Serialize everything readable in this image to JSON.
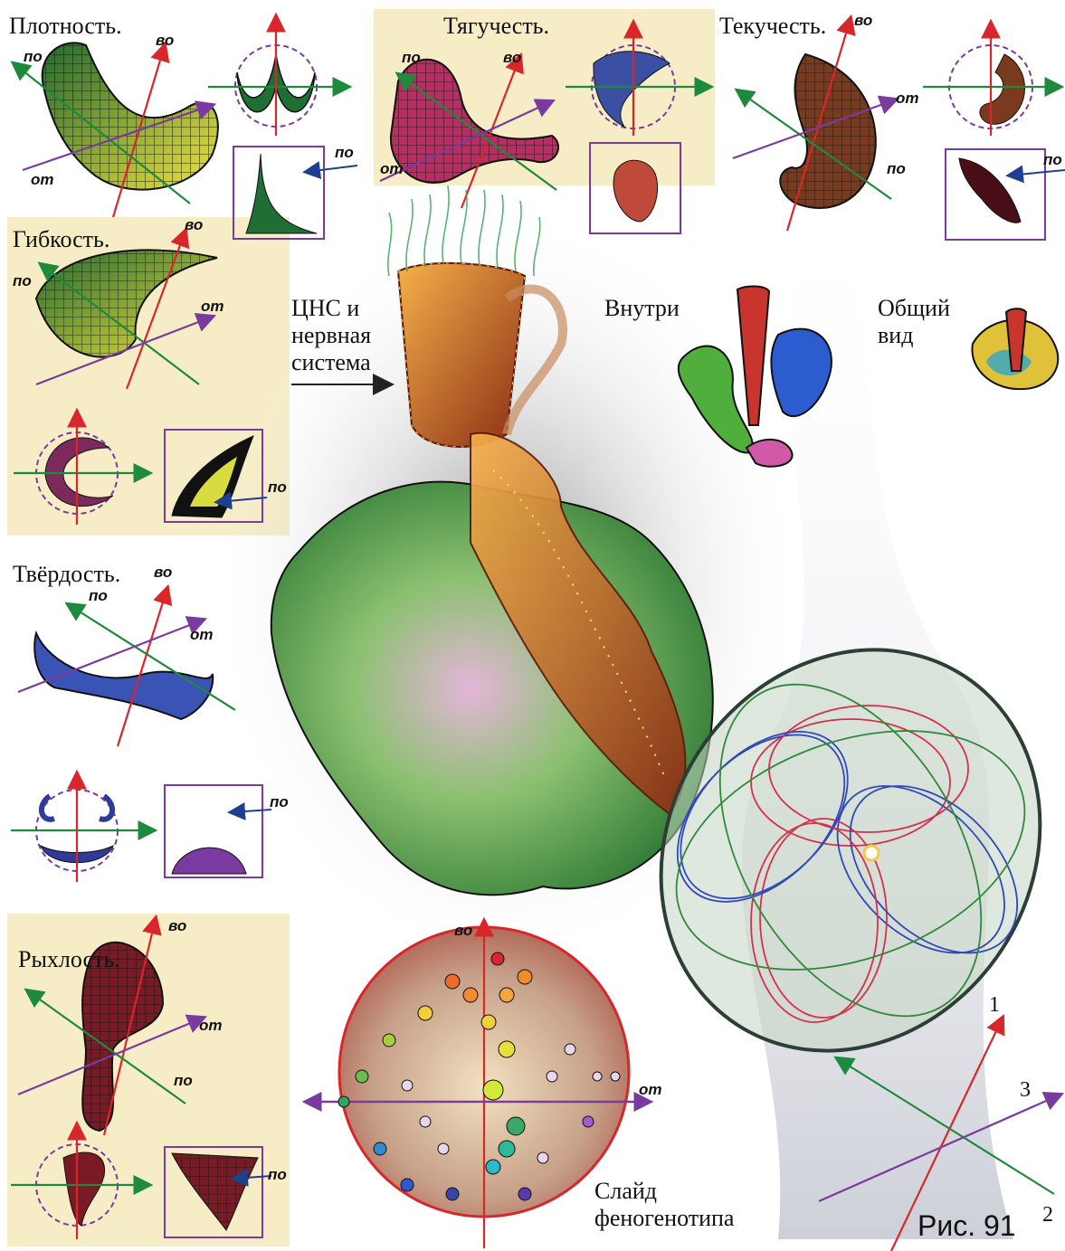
{
  "panels": {
    "density": {
      "title": "Плотность."
    },
    "viscosity": {
      "title": "Тягучесть."
    },
    "fluidity": {
      "title": "Текучесть."
    },
    "flexibility": {
      "title": "Гибкость."
    },
    "hardness": {
      "title": "Твёрдость."
    },
    "looseness": {
      "title": "Рыхлость."
    }
  },
  "axes": {
    "vo": "во",
    "po": "по",
    "ot": "от"
  },
  "captions": {
    "cns_line1": "ЦНС и",
    "cns_line2": "нервная",
    "cns_line3": "система",
    "inside": "Внутри",
    "general_line1": "Общий",
    "general_line2": "вид",
    "slide_line1": "Слайд",
    "slide_line2": "феногенотипа"
  },
  "figure_number": "Рис. 91",
  "axis_numbers": {
    "one": "1",
    "two": "2",
    "three": "3"
  },
  "colors": {
    "panel_bg": "#f6edc7",
    "axis_red": "#d8262b",
    "axis_green": "#1e8a3c",
    "axis_purple": "#7b3aa0",
    "axis_blue": "#1d3f8f"
  },
  "icons": [
    "density-shape-icon",
    "viscosity-shape-icon",
    "fluidity-shape-icon",
    "flexibility-shape-icon",
    "hardness-shape-icon",
    "looseness-shape-icon",
    "central-organ-illustration",
    "net-disk-illustration",
    "phenogenotype-slide-illustration"
  ]
}
